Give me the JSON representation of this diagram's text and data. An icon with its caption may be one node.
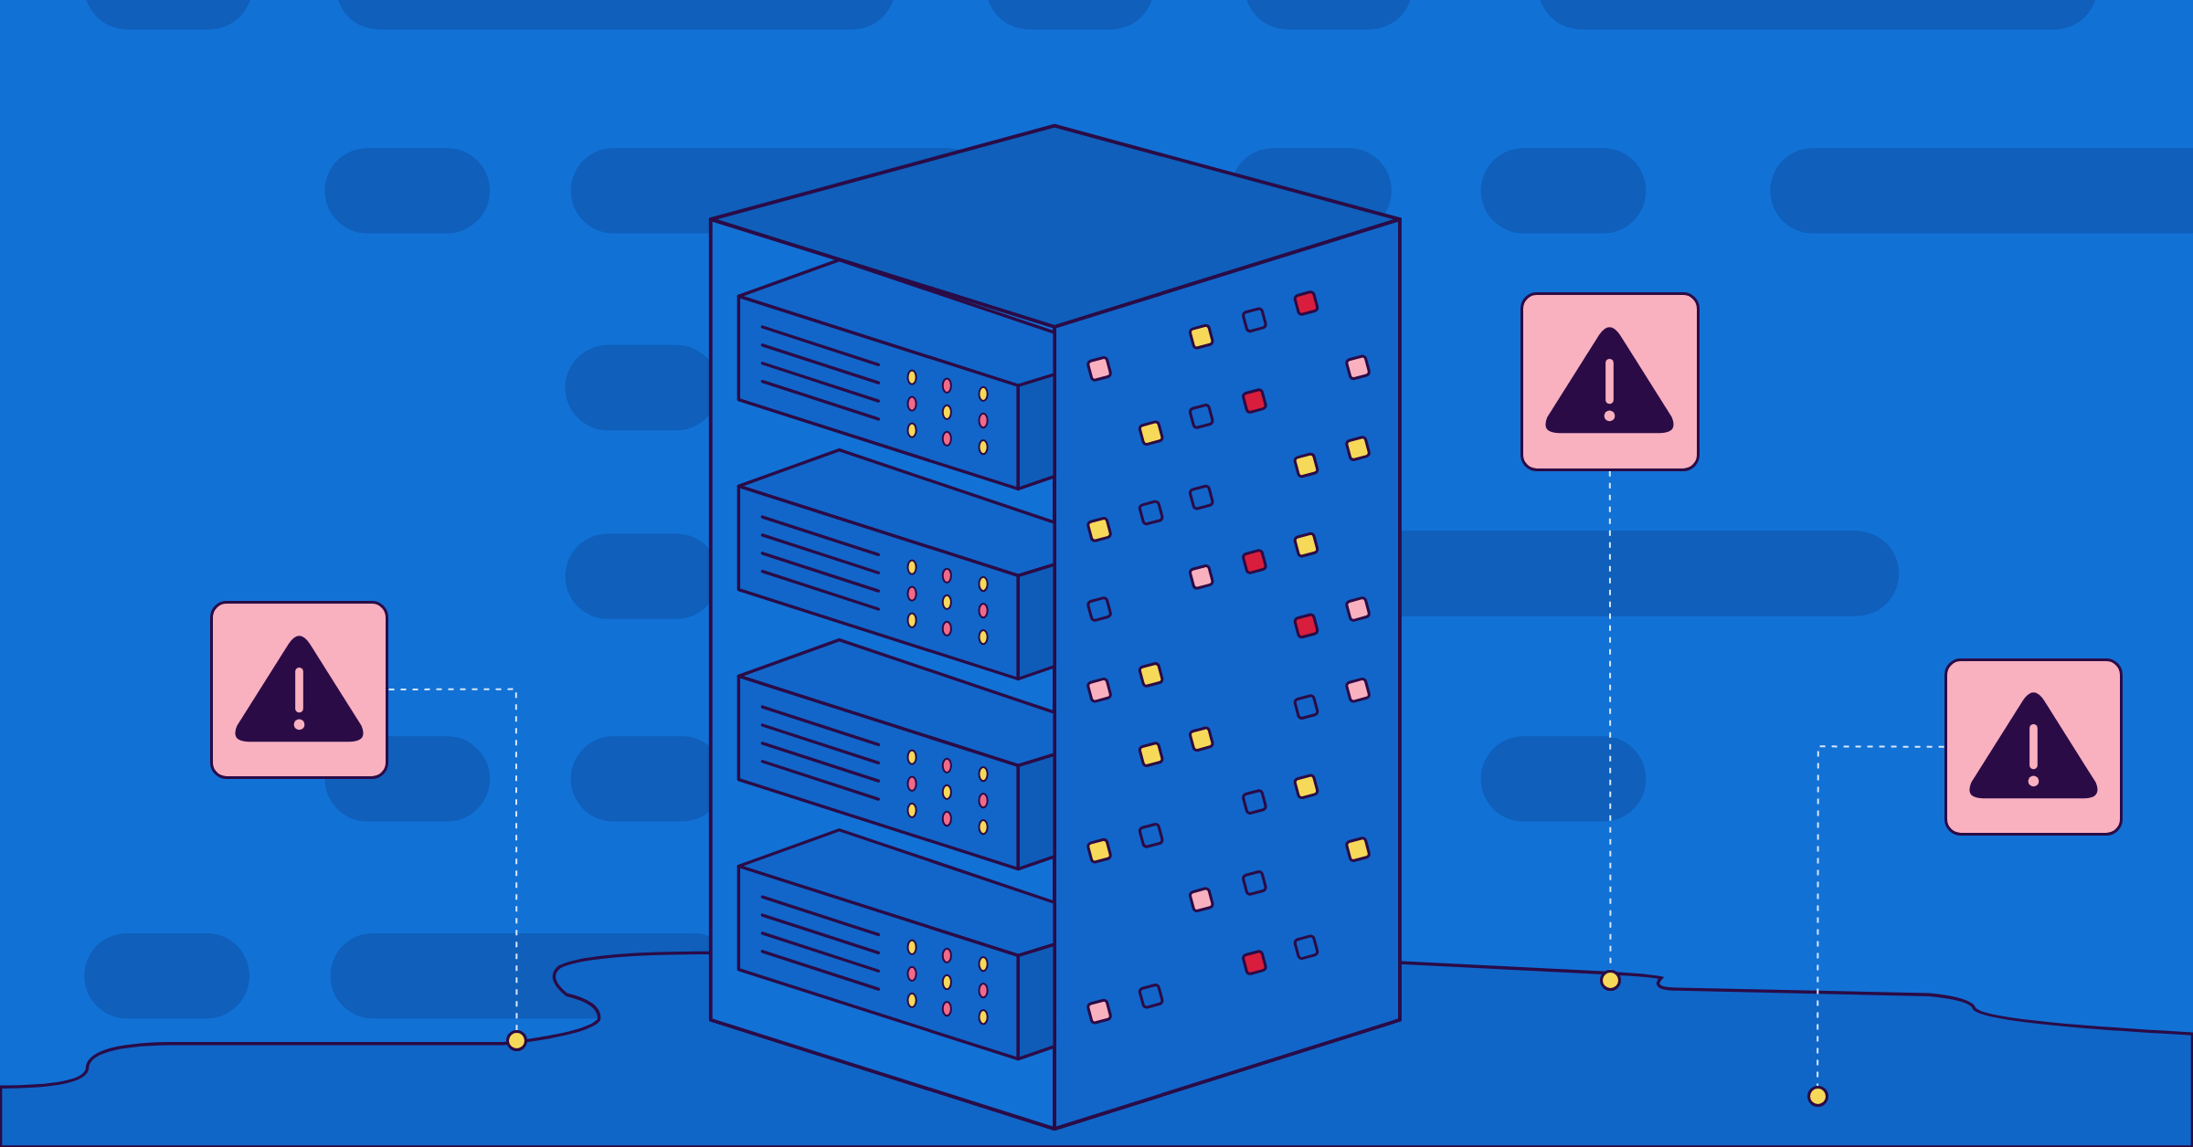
{
  "diagram": {
    "nodes": [
      {
        "text": [],
        "shape": "box"
      },
      {
        "text": [],
        "shape": "circle"
      },
      {
        "text": [],
        "shape": "box"
      },
      {
        "text": [],
        "shape": "circle"
      },
      {
        "text": [],
        "shape": "box"
      },
      {
        "text": [],
        "shape": "circle"
      }
    ],
    "edges": [
      {
        "from": 0,
        "to": 1,
        "arrow": "none",
        "style": "dashed"
      },
      {
        "from": 2,
        "to": 3,
        "arrow": "none",
        "style": "dashed"
      },
      {
        "from": 4,
        "to": 5,
        "arrow": "none",
        "style": "dashed"
      }
    ]
  }
}
